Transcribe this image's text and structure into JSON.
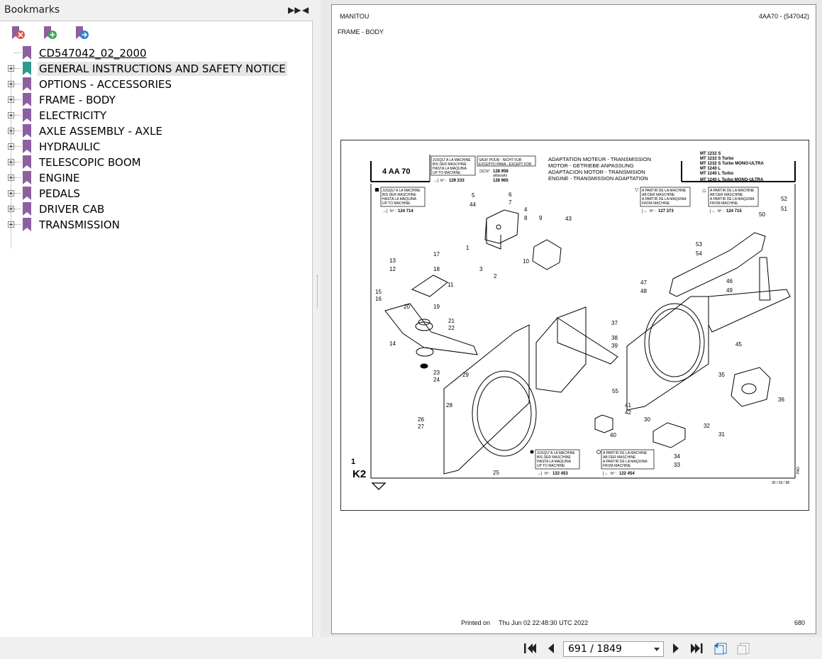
{
  "bookmarks_panel": {
    "title": "Bookmarks",
    "toolbar": [
      {
        "icon": "delete-bookmark-icon"
      },
      {
        "icon": "add-bookmark-icon"
      },
      {
        "icon": "go-to-bookmark-icon"
      }
    ],
    "items": [
      {
        "label": "CD547042_02_2000",
        "expandable": false
      },
      {
        "label": "GENERAL INSTRUCTIONS AND SAFETY NOTICE",
        "expandable": true,
        "selected": true
      },
      {
        "label": "OPTIONS - ACCESSORIES",
        "expandable": true
      },
      {
        "label": "FRAME - BODY",
        "expandable": true
      },
      {
        "label": "ELECTRICITY",
        "expandable": true
      },
      {
        "label": "AXLE ASSEMBLY - AXLE",
        "expandable": true
      },
      {
        "label": "HYDRAULIC",
        "expandable": true
      },
      {
        "label": "TELESCOPIC BOOM",
        "expandable": true
      },
      {
        "label": "ENGINE",
        "expandable": true
      },
      {
        "label": "PEDALS",
        "expandable": true
      },
      {
        "label": "DRIVER CAB",
        "expandable": true
      },
      {
        "label": "TRANSMISSION",
        "expandable": true
      }
    ],
    "colors": {
      "flag": "#8c5fa0",
      "flag_selected": "#2f9a8f"
    }
  },
  "document": {
    "brand": "MANITOU",
    "model_ref": "4AA70 - (547042)",
    "section": "FRAME - BODY",
    "printed_label": "Printed on",
    "printed_date": "Thu Jun 02 22:48:30 UTC 2022",
    "page_number": "680"
  },
  "drawing": {
    "code": "4 AA 70",
    "box1_lines": [
      "JUSQU' A LA MACHINE",
      "BIS DER MASCHINE",
      "HASTA LA MAQUINA",
      "UP TO MACHINE"
    ],
    "box1_number": "129 233",
    "box2_lines": [
      "SAUF POUR - NICHT FUR",
      "EXCEPTO PARA - EXCEPT FOR"
    ],
    "box2_numbers": [
      "128 958",
      "a/bis/a/to",
      "128 965"
    ],
    "title_lines": [
      "ADAPTATION MOTEUR - TRANSMISSION",
      "MOTOR - GETRIEBE ANPASSUNG",
      "ADAPTACION MOTOR - TRANSMISION",
      "ENGINE - TRANSMISSION ADAPTATION"
    ],
    "models": [
      "MT 1232 S",
      "MT 1232 S Turbo",
      "MT 1232 S Turbo MONO-ULTRA",
      "MT 1240 L",
      "MT 1240 L Turbo",
      "MT 1240 L Turbo MONO-ULTRA"
    ],
    "note_square_lines": [
      "JUSQU' A LA MACHINE",
      "BIS DER MASCHINE",
      "HASTA LA MAQUINA",
      "UP TO MACHINE"
    ],
    "note_square_number": "124 714",
    "note_tri_down_lines": [
      "A PARTIR DE LA MACHINE",
      "AB DER MASCHINE",
      "A PARTIR DE LA MAQUINA",
      "FROM MACHINE"
    ],
    "note_tri_down_number": "127 373",
    "note_tri_up_lines": [
      "A PARTIR DE LA MACHINE",
      "AB DER MASCHINE",
      "A PARTIR DE LA MAQUINA",
      "FROM MACHINE"
    ],
    "note_tri_up_number": "124 715",
    "note_dot_lines": [
      "JUSQU' A LA MACHINE",
      "BIS DER MASCHINE",
      "HASTA LA MAQUINA",
      "UP TO MACHINE"
    ],
    "note_dot_number": "122 453",
    "note_circle_lines": [
      "A PARTIR DE LA MACHINE",
      "AB DER MASCHINE",
      "A PARTIR DE LA MAQUINA",
      "FROM MACHINE"
    ],
    "note_circle_number": "122 454",
    "num_prefix": "N° :",
    "sheet_num": "1",
    "sheet_code": "K2",
    "date": "30 / 03 / 98",
    "side_code": "PAO",
    "part_labels": [
      "1",
      "2",
      "3",
      "4",
      "5",
      "6",
      "7",
      "8",
      "9",
      "10",
      "11",
      "12",
      "13",
      "14",
      "15",
      "16",
      "17",
      "18",
      "19",
      "20",
      "21",
      "22",
      "23",
      "24",
      "25",
      "26",
      "27",
      "28",
      "29",
      "30",
      "31",
      "32",
      "33",
      "34",
      "35",
      "36",
      "37",
      "38",
      "39",
      "40",
      "41",
      "42",
      "43",
      "44",
      "45",
      "46",
      "47",
      "48",
      "49",
      "50",
      "51",
      "52",
      "53",
      "54",
      "55"
    ]
  },
  "navigation": {
    "page_value": "691 / 1849",
    "buttons": [
      "first-page-icon",
      "previous-page-icon",
      "next-page-icon",
      "last-page-icon",
      "previous-view-icon",
      "next-view-icon"
    ]
  }
}
